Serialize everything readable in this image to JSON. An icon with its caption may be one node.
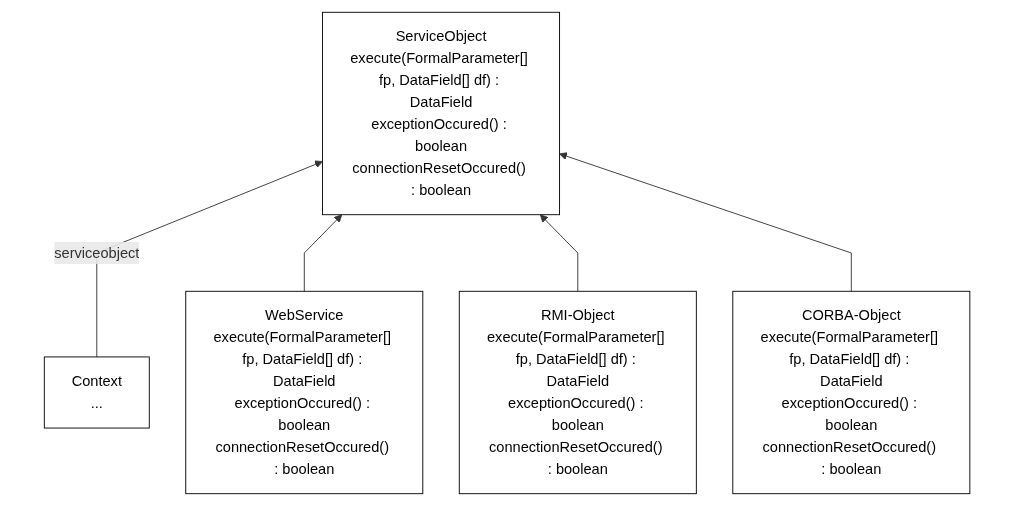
{
  "diagram": {
    "nodes": [
      {
        "text": [
          "Context",
          "..."
        ]
      },
      {
        "text": [
          "ServiceObject",
          "execute(FormalParameter[] fp, DataField[] df) : DataField",
          "exceptionOccured() : boolean",
          "connectionResetOccured() : boolean"
        ]
      },
      {
        "text": [
          "WebService",
          "execute(FormalParameter[] fp, DataField[] df) : DataField",
          "exceptionOccured() : boolean",
          "connectionResetOccured() : boolean"
        ]
      },
      {
        "text": [
          "RMI-Object",
          "execute(FormalParameter[] fp, DataField[] df) : DataField",
          "exceptionOccured() : boolean",
          "connectionResetOccured() : boolean"
        ]
      },
      {
        "text": [
          "CORBA-Object",
          "execute(FormalParameter[] fp, DataField[] df) : DataField",
          "exceptionOccured() : boolean",
          "connectionResetOccured() : boolean"
        ]
      }
    ],
    "edges": [
      {
        "from": 0,
        "to": 1,
        "arrow": "to",
        "label": "serviceobject"
      },
      {
        "from": 2,
        "to": 1,
        "arrow": "to"
      },
      {
        "from": 3,
        "to": 1,
        "arrow": "to"
      },
      {
        "from": 4,
        "to": 1,
        "arrow": "to"
      }
    ]
  }
}
